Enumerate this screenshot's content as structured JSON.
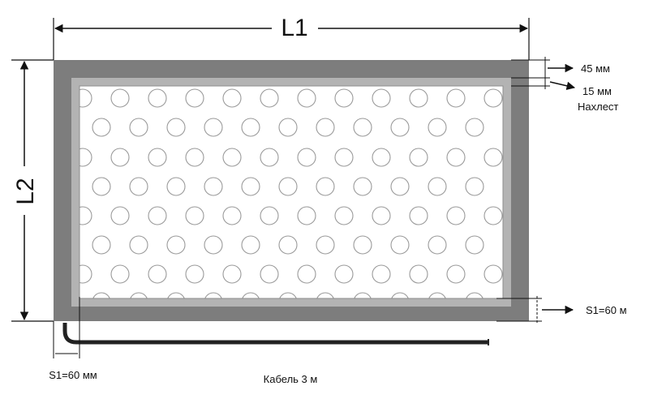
{
  "labels": {
    "length_1": "L1",
    "length_2": "L2",
    "top_band": "45 мм",
    "overlap_width": "15 мм",
    "overlap_label": "Нахлест",
    "side_gap": "S1=60 м",
    "bottom_gap": "S1=60 мм",
    "cable": "Кабель 3 м"
  },
  "colors": {
    "outer_frame": "#7d7d7d",
    "inner_frame": "#b3b3b3",
    "mat": "#ffffff",
    "circle_stroke": "#9a9a9a",
    "cable": "#222222",
    "lines": "#111111"
  }
}
